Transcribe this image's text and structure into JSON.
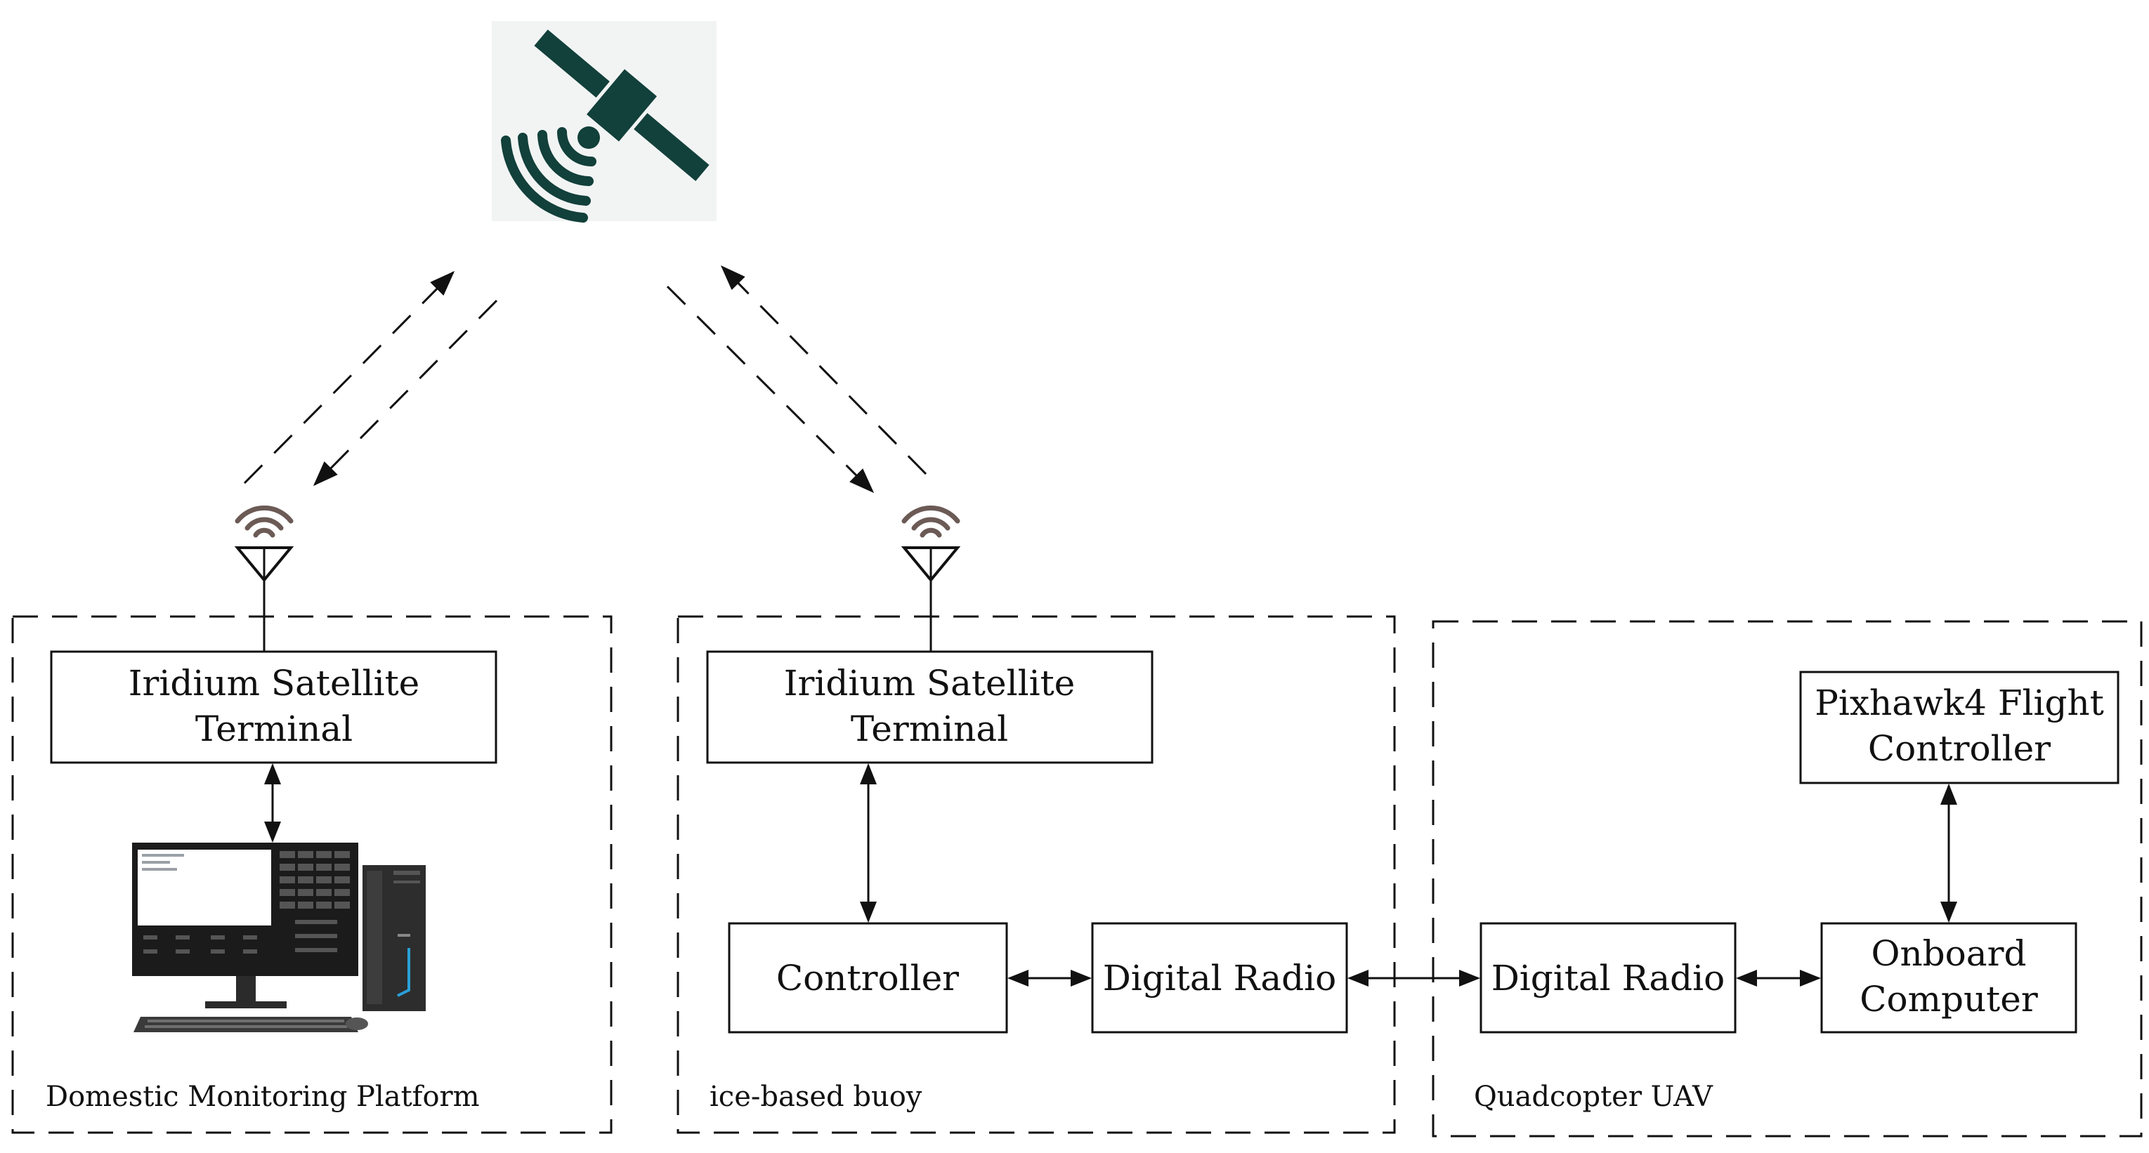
{
  "colors": {
    "satellite": "#12403a",
    "signal_arcs": "#6b5a55",
    "line": "#111111",
    "monitor_screen": "#ffffff",
    "monitor_frame": "#1b1b1b",
    "tower_accent": "#2aa0d8"
  },
  "icons": {
    "satellite": "satellite-icon",
    "antenna": "antenna-icon",
    "computer": "desktop-computer-icon"
  },
  "groups": {
    "domestic": {
      "label": "Domestic Monitoring Platform"
    },
    "buoy": {
      "label": "ice-based buoy"
    },
    "uav": {
      "label": "Quadcopter UAV"
    }
  },
  "boxes": {
    "iridium_domestic": {
      "line1": "Iridium Satellite",
      "line2": "Terminal"
    },
    "iridium_buoy": {
      "line1": "Iridium Satellite",
      "line2": "Terminal"
    },
    "controller": {
      "line1": "Controller"
    },
    "digital_radio_buoy": {
      "line1": "Digital Radio"
    },
    "digital_radio_uav": {
      "line1": "Digital Radio"
    },
    "onboard_computer": {
      "line1": "Onboard",
      "line2": "Computer"
    },
    "pixhawk": {
      "line1": "Pixhawk4 Flight",
      "line2": "Controller"
    }
  }
}
